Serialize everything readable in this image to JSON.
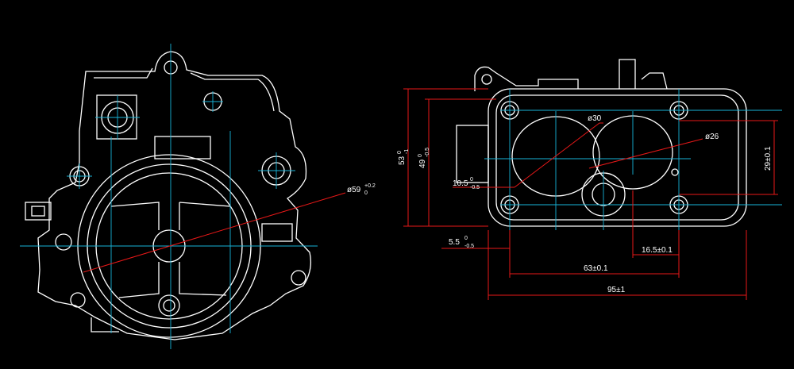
{
  "colors": {
    "background": "#000000",
    "outline": "#ffffff",
    "centerline": "#18b4d8",
    "dimension": "#e81818"
  },
  "front_view": {
    "bore_dim": {
      "main": "ø59",
      "upper": "+0.2",
      "lower": "0"
    }
  },
  "plan_view": {
    "dia_large": "ø30",
    "dia_small": "ø26",
    "height_outer": {
      "main": "53",
      "upper": "0",
      "lower": "-1"
    },
    "height_inner": {
      "main": "49",
      "upper": "0",
      "lower": "-0.5"
    },
    "height_right": "29±0.1",
    "offset_small": {
      "main": "10.5",
      "upper": "0",
      "lower": "-0.5"
    },
    "offset_left": {
      "main": "5.5",
      "upper": "0",
      "lower": "-0.5"
    },
    "dist_right": "16.5±0.1",
    "dist_holes": "63±0.1",
    "overall_width": "95±1"
  }
}
